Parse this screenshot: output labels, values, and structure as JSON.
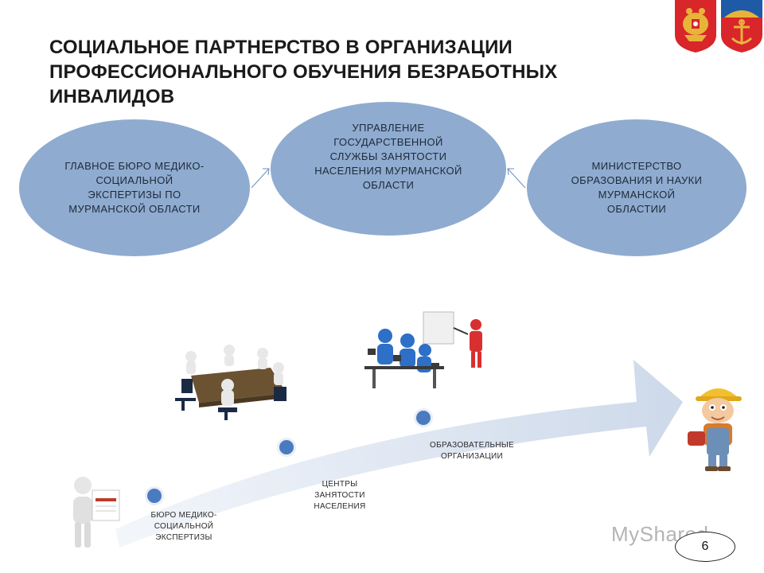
{
  "slide": {
    "title": "СОЦИАЛЬНОЕ ПАРТНЕРСТВО В ОРГАНИЗАЦИИ\nПРОФЕССИОНАЛЬНОГО ОБУЧЕНИЯ БЕЗРАБОТНЫХ\nИНВАЛИДОВ",
    "page_number": "6",
    "watermark": "MyShared"
  },
  "partners": [
    {
      "text": "ГЛАВНОЕ БЮРО МЕДИКО-\nСОЦИАЛЬНОЙ\nЭКСПЕРТИЗЫ ПО\nМУРМАНСКОЙ ОБЛАСТИ"
    },
    {
      "text": "УПРАВЛЕНИЕ\nГОСУДАРСТВЕННОЙ\nСЛУЖБЫ ЗАНЯТОСТИ\nНАСЕЛЕНИЯ МУРМАНСКОЙ\nОБЛАСТИ"
    },
    {
      "text": "МИНИСТЕРСТВО\nОБРАЗОВАНИЯ И НАУКИ\nМУРМАНСКОЙ\nОБЛАСТИИ"
    }
  ],
  "steps": [
    {
      "label": "БЮРО МЕДИКО-\nСОЦИАЛЬНОЙ\nЭКСПЕРТИЗЫ"
    },
    {
      "label": "ЦЕНТРЫ\nЗАНЯТОСТИ\nНАСЕЛЕНИЯ"
    },
    {
      "label": "ОБРАЗОВАТЕЛЬНЫЕ\nОРГАНИЗАЦИИ"
    }
  ],
  "colors": {
    "ellipse": "#8fabd0",
    "arrow": "#dde5f0",
    "dot": "#4a7bc0",
    "flag_red": "#d8262a",
    "flag_blue": "#1f5aa6"
  }
}
